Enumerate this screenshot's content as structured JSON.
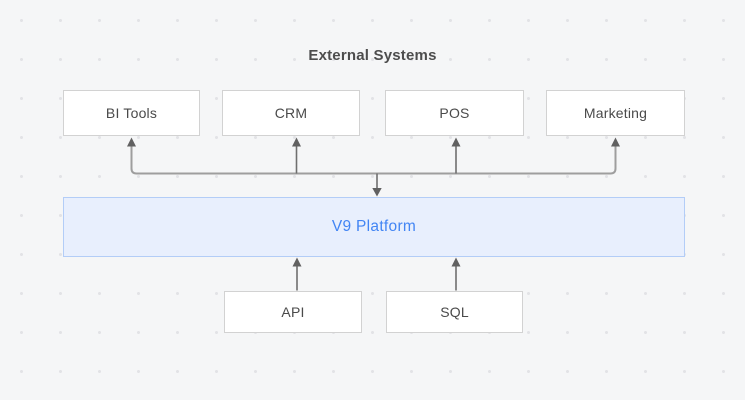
{
  "title": "External Systems",
  "external_boxes": [
    {
      "id": "bi-tools",
      "label": "BI Tools"
    },
    {
      "id": "crm",
      "label": "CRM"
    },
    {
      "id": "pos",
      "label": "POS"
    },
    {
      "id": "marketing",
      "label": "Marketing"
    }
  ],
  "platform": {
    "label": "V9 Platform"
  },
  "source_boxes": [
    {
      "id": "api",
      "label": "API"
    },
    {
      "id": "sql",
      "label": "SQL"
    }
  ],
  "edges": [
    {
      "from": "bus",
      "to": "BI Tools",
      "arrow": "up"
    },
    {
      "from": "bus",
      "to": "CRM",
      "arrow": "up"
    },
    {
      "from": "bus",
      "to": "POS",
      "arrow": "up"
    },
    {
      "from": "bus",
      "to": "Marketing",
      "arrow": "up"
    },
    {
      "from": "bus",
      "to": "V9 Platform",
      "arrow": "down"
    },
    {
      "from": "API",
      "to": "V9 Platform",
      "arrow": "up"
    },
    {
      "from": "SQL",
      "to": "V9 Platform",
      "arrow": "up"
    }
  ],
  "colors": {
    "background": "#f5f6f7",
    "grid_dot": "#e2e3e6",
    "node_fill": "#ffffff",
    "node_border": "#d2d2d2",
    "node_text": "#4a4a4a",
    "title_text": "#4d4d4d",
    "platform_fill": "#e8effd",
    "platform_border": "#b3cdf7",
    "platform_text": "#4285f4",
    "bus_line": "#9e9e9e",
    "arrow_line": "#6f6f6f",
    "arrow_head": "#616161"
  }
}
